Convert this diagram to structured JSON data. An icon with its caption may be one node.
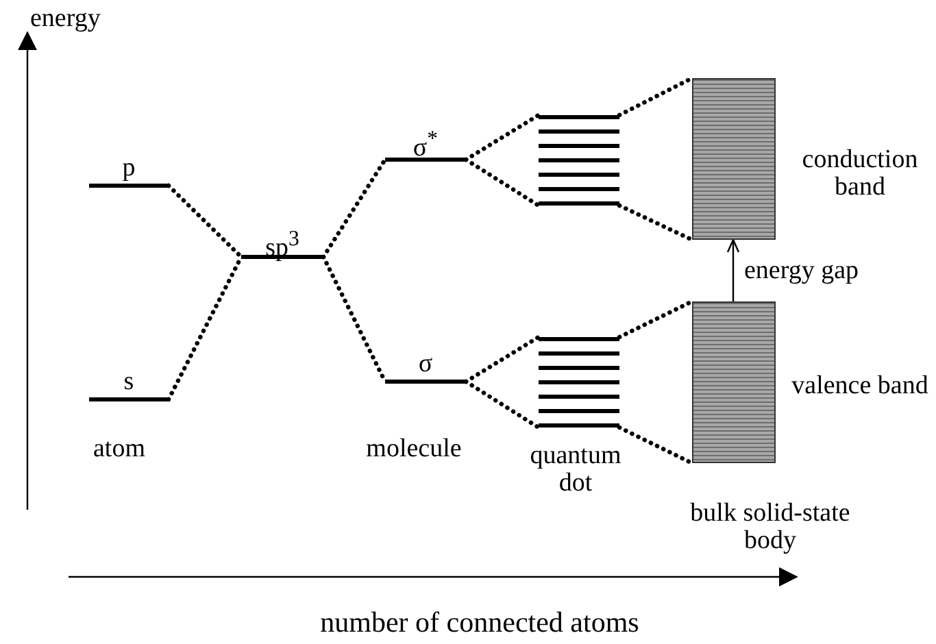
{
  "diagram": {
    "nodes": [
      {
        "text": [
          "p"
        ]
      },
      {
        "text": [
          "s"
        ]
      },
      {
        "text": [
          "sp$^{3}$"
        ]
      },
      {
        "text": [
          "σ$^{*}$"
        ]
      },
      {
        "text": [
          "σ"
        ]
      },
      {
        "text": [],
        "shape": "bar"
      },
      {
        "text": [],
        "shape": "bar"
      },
      {
        "text": [],
        "shape": "box",
        "beside": [
          "conduction band"
        ]
      },
      {
        "text": [],
        "shape": "box",
        "beside": [
          "valence band"
        ]
      }
    ],
    "edges": [
      {
        "from": 0,
        "to": 2,
        "arrow": "none",
        "style": "dashed"
      },
      {
        "from": 1,
        "to": 2,
        "arrow": "none",
        "style": "dashed"
      },
      {
        "from": 2,
        "to": 3,
        "arrow": "none",
        "style": "dashed"
      },
      {
        "from": 2,
        "to": 4,
        "arrow": "none",
        "style": "dashed"
      },
      {
        "from": 3,
        "to": 5,
        "arrow": "none",
        "style": "dashed"
      },
      {
        "from": 3,
        "to": 5,
        "arrow": "none",
        "style": "dashed"
      },
      {
        "from": 4,
        "to": 6,
        "arrow": "none",
        "style": "dashed"
      },
      {
        "from": 4,
        "to": 6,
        "arrow": "none",
        "style": "dashed"
      },
      {
        "from": 5,
        "to": 7,
        "arrow": "none",
        "style": "dashed"
      },
      {
        "from": 5,
        "to": 7,
        "arrow": "none",
        "style": "dashed"
      },
      {
        "from": 6,
        "to": 8,
        "arrow": "none",
        "style": "dashed"
      },
      {
        "from": 6,
        "to": 8,
        "arrow": "none",
        "style": "dashed"
      },
      {
        "from": 8,
        "to": 7,
        "arrow": "to",
        "label": "energy gap"
      }
    ],
    "labels": [
      "energy",
      "atom",
      "molecule",
      "quantum dot",
      "bulk solid-state body",
      "number of connected atoms"
    ]
  }
}
